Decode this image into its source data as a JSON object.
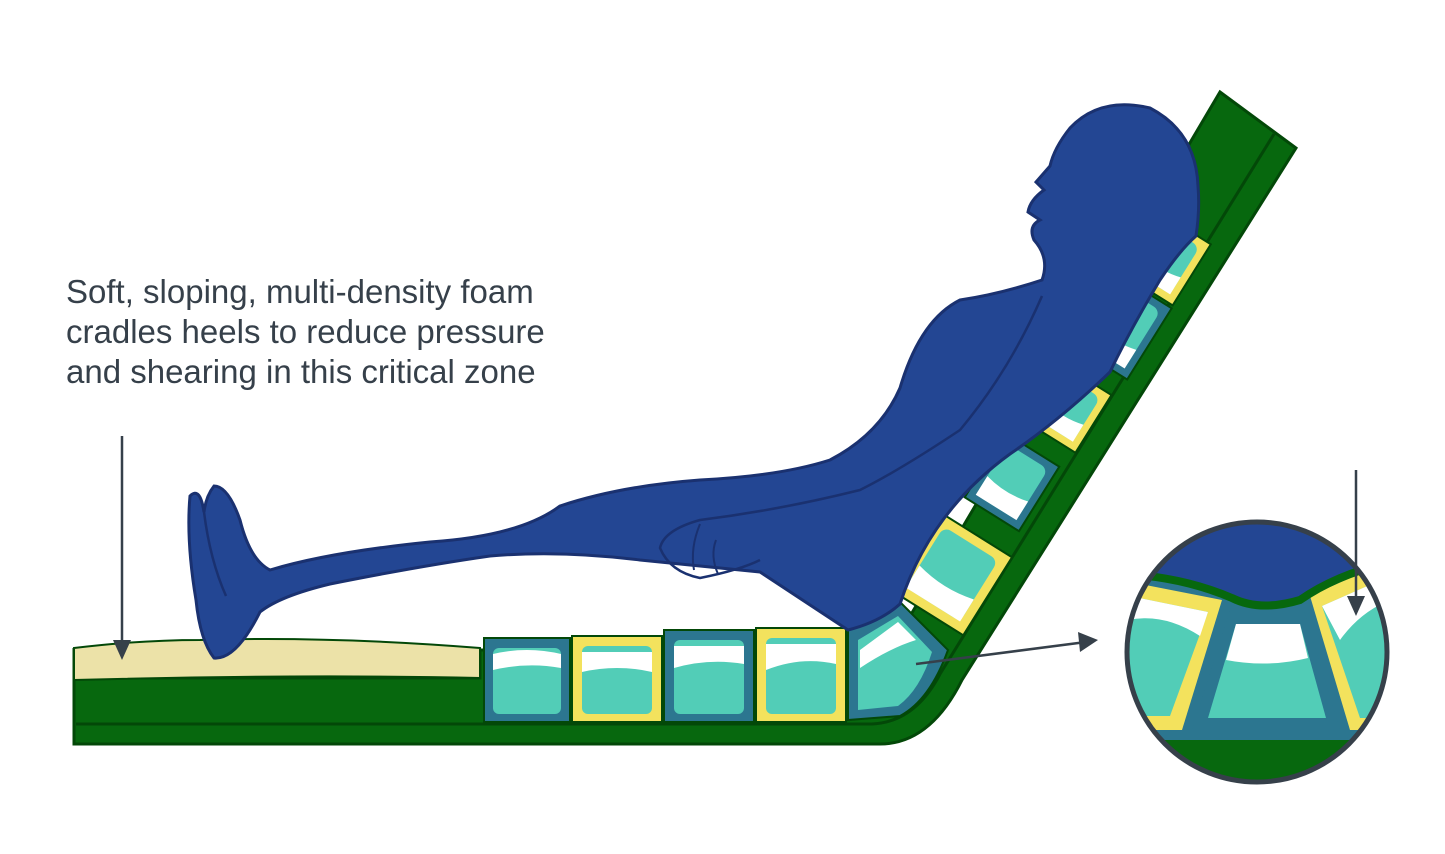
{
  "caption": {
    "lines": [
      "Soft, sloping, multi-density foam",
      "cradles heels to reduce pressure",
      "and shearing in this critical zone"
    ]
  },
  "colors": {
    "body": "#234693",
    "body_outline": "#1a3170",
    "frame_green": "#07680e",
    "heel_foam": "#ece2a8",
    "cell_teal": "#52cdb7",
    "cell_yellow": "#f3e25d",
    "cell_steel": "#2c7690",
    "cell_white": "#ffffff",
    "text": "#36404a",
    "arrow": "#36404a"
  },
  "icons": [
    "arrow-down-icon",
    "arrow-right-icon",
    "magnifier-circle-icon"
  ]
}
